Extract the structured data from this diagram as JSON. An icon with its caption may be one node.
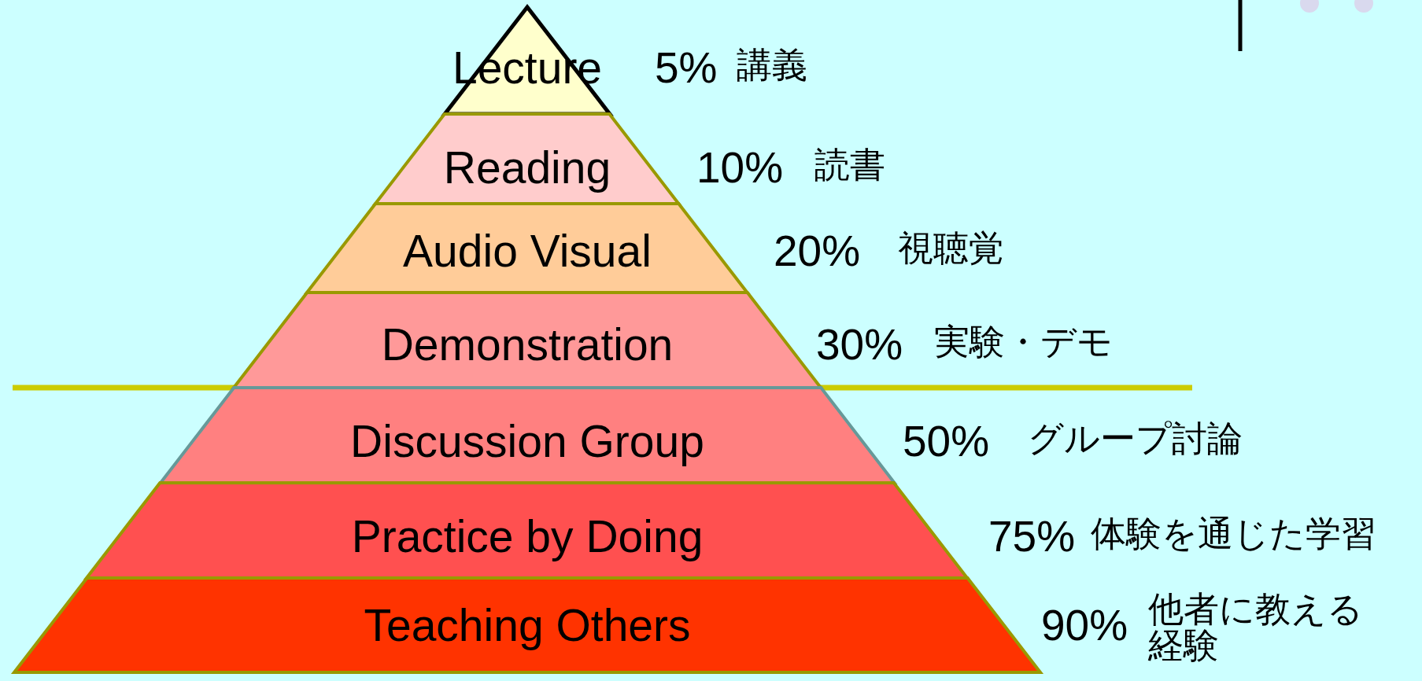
{
  "diagram": {
    "nodes": [
      {
        "text": [
          "Lecture"
        ],
        "beside": [
          "5%",
          "講義"
        ]
      },
      {
        "text": [
          "Reading"
        ],
        "beside": [
          "10%",
          "読書"
        ]
      },
      {
        "text": [
          "Audio Visual"
        ],
        "beside": [
          "20%",
          "視聴覚"
        ]
      },
      {
        "text": [
          "Demonstration"
        ],
        "beside": [
          "30%",
          "実験・デモ"
        ]
      },
      {
        "text": [
          "Discussion Group"
        ],
        "beside": [
          "50%",
          "グループ討論"
        ]
      },
      {
        "text": [
          "Practice by Doing"
        ],
        "beside": [
          "75%",
          "体験を通じた学習"
        ]
      },
      {
        "text": [
          "Teaching Others"
        ],
        "beside": [
          "90%",
          "他者に教える経験"
        ]
      }
    ]
  }
}
